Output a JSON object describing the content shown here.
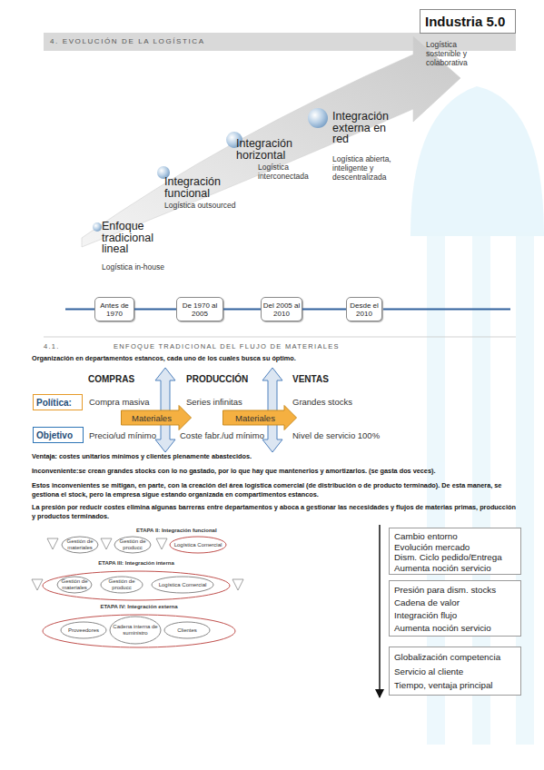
{
  "diagram": {
    "title": "4. EVOLUCIÓN DE LA LOGÍSTICA",
    "nodes": [
      {
        "text": [
          "Enfoque tradicional lineal",
          "Logística in-house"
        ]
      },
      {
        "text": [
          "Integración funcional",
          "Logística outsourced"
        ]
      },
      {
        "text": [
          "Integración horizontal",
          "Logística interconectada"
        ]
      },
      {
        "text": [
          "Integración externa en red",
          "Logística abierta, inteligente y descentralizada"
        ]
      },
      {
        "text": [
          "Industria 5.0",
          "Logística sostenible y colaborativa"
        ]
      },
      {
        "text": [
          "Antes de 1970"
        ]
      },
      {
        "text": [
          "De 1970 al 2005"
        ]
      },
      {
        "text": [
          "Del 2005 al 2010"
        ]
      },
      {
        "text": [
          "Desde el 2010"
        ]
      },
      {
        "text": [
          "Política:"
        ]
      },
      {
        "text": [
          "Objetivo"
        ]
      },
      {
        "text": [
          "Materiales"
        ]
      },
      {
        "text": [
          "Materiales"
        ]
      },
      {
        "text": [
          "Gestión de materiales"
        ]
      },
      {
        "text": [
          "Gestión de producc"
        ]
      },
      {
        "text": [
          "Logística Comercial"
        ]
      },
      {
        "text": [
          "ETAPA III: Integración interna"
        ]
      },
      {
        "text": [
          "Gestión de materiales"
        ],
        "in": 16
      },
      {
        "text": [
          "Gestión de producc"
        ],
        "in": 16
      },
      {
        "text": [
          "Logística Comercial"
        ],
        "in": 16
      },
      {
        "text": [
          "ETAPA IV: Integración externa"
        ]
      },
      {
        "text": [
          "Proveedores"
        ],
        "in": 20
      },
      {
        "text": [
          "Cadena interna de suministro"
        ],
        "in": 20
      },
      {
        "text": [
          "Clientes"
        ],
        "in": 20
      },
      {
        "text": [
          "Cambio entorno",
          "Evolución mercado",
          "Dism. Ciclo pedido/Entrega",
          "Aumenta noción servicio"
        ]
      },
      {
        "text": [
          "Presión para dism. stocks",
          "Cadena de valor",
          "Integración flujo",
          "Aumenta noción servicio"
        ]
      },
      {
        "text": [
          "Globalización competencia",
          "Servicio al cliente",
          "Tiempo, ventaja principal"
        ]
      }
    ],
    "edges": [
      {
        "from": 5,
        "to": 6,
        "arrow": "none"
      },
      {
        "from": 6,
        "to": 7,
        "arrow": "none"
      },
      {
        "from": 7,
        "to": 8,
        "arrow": "none"
      }
    ],
    "labels": [
      "4.1.",
      "ENFOQUE TRADICIONAL DEL FLUJO DE MATERIALES",
      "Organización en departamentos estancos, cada uno de los cuales busca su óptimo.",
      "COMPRAS",
      "PRODUCCIÓN",
      "VENTAS",
      "Compra masiva",
      "Series infinitas",
      "Grandes stocks",
      "Precio/ud mínimo",
      "Coste fabr./ud mínimo",
      "Nivel de servicio 100%",
      "Ventaja: costes unitarios mínimos y clientes plenamente abastecidos.",
      "Inconveniente:se crean grandes stocks con lo no gastado, por lo que hay que mantenerlos y amortizarlos. (se gasta dos veces).",
      "Estos inconvenientes se mitigan, en parte, con la creación del área logística comercial (de distribución o de producto terminado). De esta manera, se gestiona el stock, pero la empresa sigue estando organizada en compartimentos estancos.",
      "La presión por reducir costes elimina algunas barreras entre departamentos y aboca a gestionar las necesidades y flujos de materias primas, producción y productos terminados.",
      "ETAPA II: Integración funcional"
    ]
  }
}
